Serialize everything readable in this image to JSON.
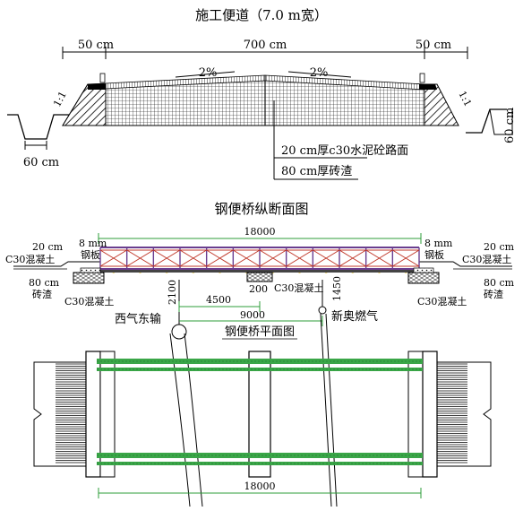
{
  "road": {
    "title": "施工便道（7.0 m宽）",
    "dim_left": "50 cm",
    "dim_mid": "700 cm",
    "dim_right": "50 cm",
    "slope_left": "2%",
    "slope_right": "2%",
    "side_slope_left": "1:1",
    "side_slope_right": "1:1",
    "ditch_width": "60 cm",
    "ditch_depth": "60 cm",
    "layer_top": "20 cm厚c30水泥砼路面",
    "layer_bottom": "80 cm厚砖渣"
  },
  "elevation": {
    "title": "钢便桥纵断面图",
    "span": "18000",
    "left_top": "20 cm",
    "left_concrete": "C30混凝土",
    "left_plate_thk": "8 mm",
    "left_plate": "钢板",
    "left_gravel_thk": "80 cm",
    "left_gravel": "砖渣",
    "left_pier": "C30混凝土",
    "right_plate_thk": "8 mm",
    "right_plate": "钢板",
    "right_top": "20 cm",
    "right_concrete": "C30混凝土",
    "right_gravel_thk": "80 cm",
    "right_gravel": "砖渣",
    "right_pier": "C30混凝土",
    "mid_pier_width": "200",
    "mid_concrete": "C30混凝土",
    "depth_left": "2100",
    "depth_right": "1450",
    "dim_4500": "4500",
    "dim_9000": "9000",
    "pipe_left": "西气东输",
    "pipe_right": "新奥燃气"
  },
  "plan": {
    "title": "钢便桥平面图",
    "span": "18000"
  },
  "colors": {
    "truss_red": "#c0392b",
    "truss_purple": "#6a3d8f",
    "bolt_yellow": "#e8c21a",
    "dim_green": "#2e9e3a",
    "beam_green": "#3aa648"
  }
}
